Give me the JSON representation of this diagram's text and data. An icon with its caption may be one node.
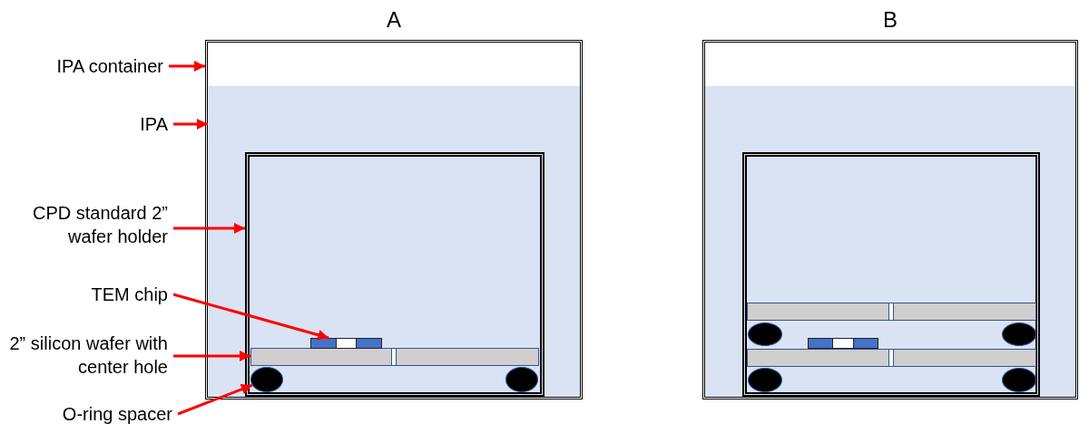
{
  "diagram": {
    "nodes": [
      {
        "text": [
          "IPA container"
        ]
      },
      {
        "text": [
          "IPA"
        ]
      },
      {
        "text": [
          "CPD standard 2” wafer holder"
        ]
      },
      {
        "text": [
          "TEM chip"
        ]
      },
      {
        "text": [
          "2” silicon wafer with center hole"
        ]
      },
      {
        "text": [
          "O-ring spacer"
        ]
      },
      {
        "text": [
          "A"
        ]
      },
      {
        "text": [],
        "shape": "box",
        "in": 6
      },
      {
        "text": [],
        "shape": "box",
        "in": 7
      },
      {
        "text": [],
        "shape": "bar",
        "in": 8
      },
      {
        "text": [],
        "shape": "box",
        "in": 8
      },
      {
        "text": [],
        "shape": "circle",
        "in": 8
      },
      {
        "text": [],
        "shape": "circle",
        "in": 8
      },
      {
        "text": [
          "B"
        ]
      },
      {
        "text": [],
        "shape": "box",
        "in": 13
      },
      {
        "text": [],
        "shape": "box",
        "in": 14
      },
      {
        "text": [],
        "shape": "bar",
        "in": 15
      },
      {
        "text": [],
        "shape": "circle",
        "in": 15
      },
      {
        "text": [],
        "shape": "circle",
        "in": 15
      },
      {
        "text": [],
        "shape": "box",
        "in": 15
      },
      {
        "text": [],
        "shape": "bar",
        "in": 15
      },
      {
        "text": [],
        "shape": "circle",
        "in": 15
      },
      {
        "text": [],
        "shape": "circle",
        "in": 15
      }
    ],
    "edges": [
      {
        "from": 0,
        "to": 6,
        "arrow": "to"
      },
      {
        "from": 1,
        "to": 7,
        "arrow": "to"
      },
      {
        "from": 2,
        "to": 8,
        "arrow": "to"
      },
      {
        "from": 3,
        "to": 10,
        "arrow": "to"
      },
      {
        "from": 4,
        "to": 9,
        "arrow": "to"
      },
      {
        "from": 5,
        "to": 11,
        "arrow": "to"
      }
    ]
  }
}
